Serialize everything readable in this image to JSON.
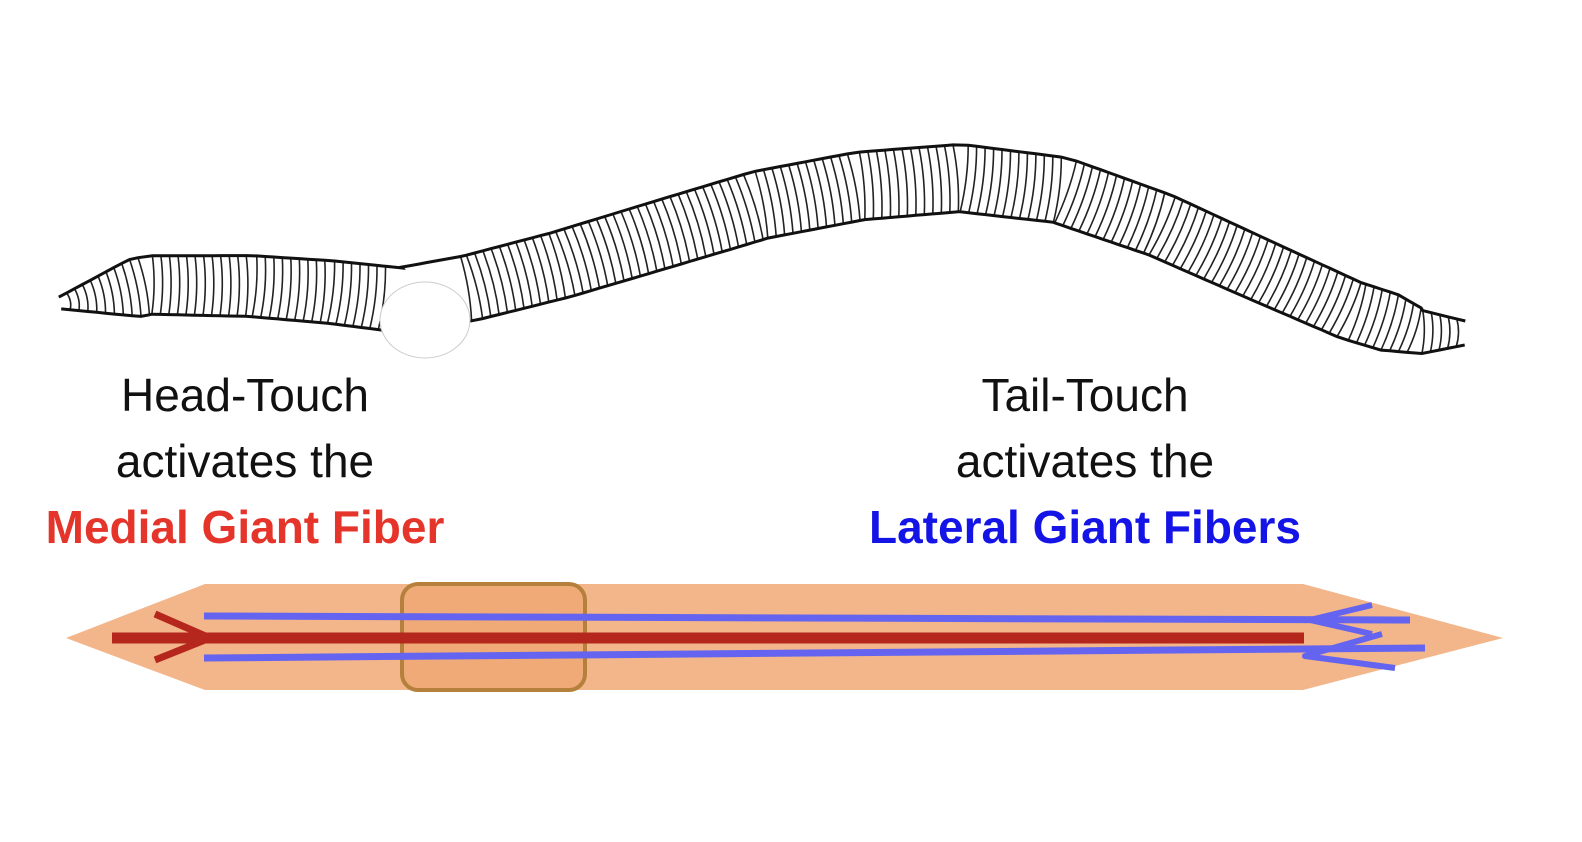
{
  "head_label": {
    "line1": "Head-Touch",
    "line2": "activates the",
    "fiber": "Medial Giant Fiber"
  },
  "tail_label": {
    "line1": "Tail-Touch",
    "line2": "activates the",
    "fiber": "Lateral Giant Fibers"
  },
  "colors": {
    "medial": "#e5352b",
    "lateral": "#1414e6",
    "body_fill": "#f2b68a",
    "medial_line": "#b5261c",
    "lateral_line": "#6464f0",
    "clitellum_border": "#b5803c",
    "text": "#111111"
  },
  "icons": {
    "worm": "earthworm-drawing",
    "body": "worm-schematic"
  }
}
